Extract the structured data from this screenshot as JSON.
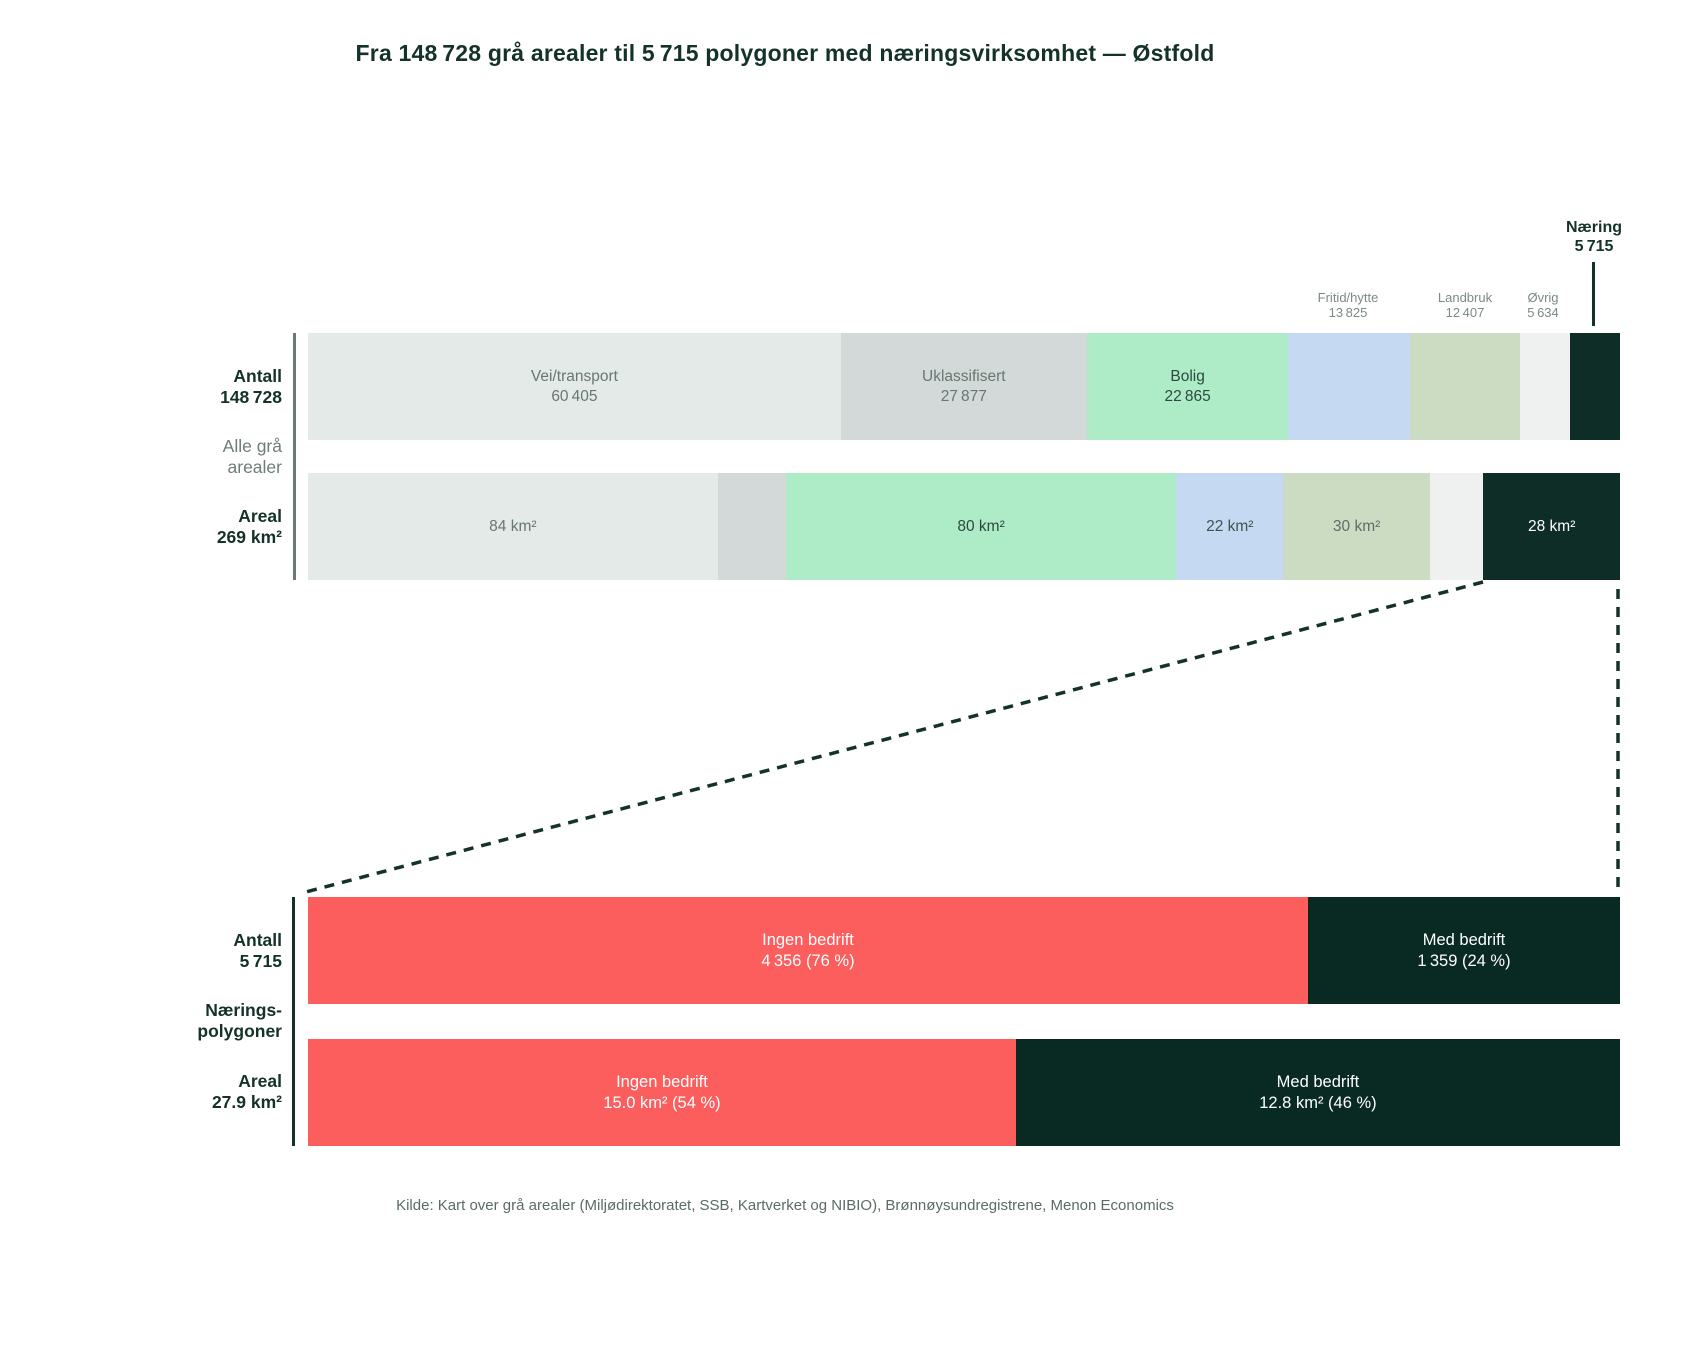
{
  "title": "Fra 148 728 grå arealer til 5 715 polygoner med næringsvirksomhet — Østfold",
  "footer": "Kilde: Kart over grå arealer (Miljødirektoratet, SSB, Kartverket og NIBIO), Brønnøysundregistrene, Menon Economics",
  "colors": {
    "accent_dark": "#0d2d26",
    "accent_red": "#fc5d5d",
    "vei_transport": "#e4eae8",
    "uklassifisert": "#d2d9d8",
    "bolig": "#aeebc7",
    "fritid_hytte": "#c5d9f3",
    "landbruk": "#cbdcc3",
    "ovrig": "#eef1ef",
    "gray_text": "#68776f",
    "annotation_text": "#7b8a85"
  },
  "axis_labels": {
    "top_bar1": [
      "Antall",
      "148 728"
    ],
    "top_middle": [
      "Alle grå",
      "arealer"
    ],
    "top_bar2": [
      "Areal",
      "269 km²"
    ],
    "bottom_bar1": [
      "Antall",
      "5 715"
    ],
    "bottom_middle": [
      "Nærings-",
      "polygoner"
    ],
    "bottom_bar2": [
      "Areal",
      "27.9 km²"
    ]
  },
  "top_annotations": {
    "naering": [
      "Næring",
      "5 715"
    ],
    "fritid": [
      "Fritid/hytte",
      "13 825"
    ],
    "landbruk": [
      "Landbruk",
      "12 407"
    ],
    "ovrig": [
      "Øvrig",
      "5 634"
    ]
  },
  "chart_data": {
    "type": "bar",
    "subtype": "stacked-horizontal-proportional",
    "title": "Fra 148 728 grå arealer til 5 715 polygoner med næringsvirksomhet — Østfold",
    "legend_position": "none",
    "grid": false,
    "bars": [
      {
        "id": "antall-alle-gra-arealer",
        "group": "Alle grå arealer",
        "axis_label": "Antall",
        "total_label": "148 728",
        "total": 148728,
        "segments": [
          {
            "name": "Vei/transport",
            "value": 60405,
            "color": "#e4eae8",
            "label": [
              "Vei/transport",
              "60 405"
            ],
            "label_color": "#68776f"
          },
          {
            "name": "Uklassifisert",
            "value": 27877,
            "color": "#d2d9d8",
            "label": [
              "Uklassifisert",
              "27 877"
            ],
            "label_color": "#68776f"
          },
          {
            "name": "Bolig",
            "value": 22865,
            "color": "#aeebc7",
            "label": [
              "Bolig",
              "22 865"
            ],
            "label_color": "#2c4a41"
          },
          {
            "name": "Fritid/hytte",
            "value": 13825,
            "color": "#c5d9f3"
          },
          {
            "name": "Landbruk",
            "value": 12407,
            "color": "#cbdcc3"
          },
          {
            "name": "Øvrig",
            "value": 5634,
            "color": "#eef1ef"
          },
          {
            "name": "Næring",
            "value": 5715,
            "color": "#0d2d26"
          }
        ]
      },
      {
        "id": "areal-alle-gra-arealer",
        "group": "Alle grå arealer",
        "axis_label": "Areal",
        "total_label": "269 km²",
        "total": 269,
        "segments": [
          {
            "name": "Vei/transport",
            "value": 84,
            "color": "#e4eae8",
            "label": [
              "84 km²"
            ],
            "label_color": "#68776f"
          },
          {
            "name": "Uklassifisert",
            "value": 14,
            "estimated": true,
            "color": "#d2d9d8"
          },
          {
            "name": "Bolig",
            "value": 80,
            "color": "#aeebc7",
            "label": [
              "80 km²"
            ],
            "label_color": "#2c4a41"
          },
          {
            "name": "Fritid/hytte",
            "value": 22,
            "color": "#c5d9f3",
            "label": [
              "22 km²"
            ],
            "label_color": "#3e5352"
          },
          {
            "name": "Landbruk",
            "value": 30,
            "color": "#cbdcc3",
            "label": [
              "30 km²"
            ],
            "label_color": "#5d6d66"
          },
          {
            "name": "Øvrig",
            "value": 11,
            "estimated": true,
            "color": "#eef1ef"
          },
          {
            "name": "Næring",
            "value": 28,
            "color": "#0d2d26",
            "label": [
              "28 km²"
            ],
            "label_color": "#ffffff"
          }
        ]
      },
      {
        "id": "antall-naeringspolygoner",
        "group": "Næringspolygoner",
        "axis_label": "Antall",
        "total_label": "5 715",
        "total": 5715,
        "segments": [
          {
            "name": "Ingen bedrift",
            "value": 4356,
            "pct": 76,
            "color": "#fc5d5d",
            "label": [
              "Ingen bedrift",
              "4 356 (76 %)"
            ],
            "label_color": "#ffffff"
          },
          {
            "name": "Med bedrift",
            "value": 1359,
            "pct": 24,
            "color": "#082a23",
            "label": [
              "Med bedrift",
              "1 359 (24 %)"
            ],
            "label_color": "#ffffff"
          }
        ]
      },
      {
        "id": "areal-naeringspolygoner",
        "group": "Næringspolygoner",
        "axis_label": "Areal",
        "total_label": "27.9 km²",
        "total": 27.9,
        "segments": [
          {
            "name": "Ingen bedrift",
            "value": 15.0,
            "pct": 54,
            "color": "#fc5d5d",
            "label": [
              "Ingen bedrift",
              "15.0 km² (54 %)"
            ],
            "label_color": "#ffffff"
          },
          {
            "name": "Med bedrift",
            "value": 12.8,
            "pct": 46,
            "color": "#082a23",
            "label": [
              "Med bedrift",
              "12.8 km² (46 %)"
            ],
            "label_color": "#ffffff"
          }
        ]
      }
    ]
  }
}
